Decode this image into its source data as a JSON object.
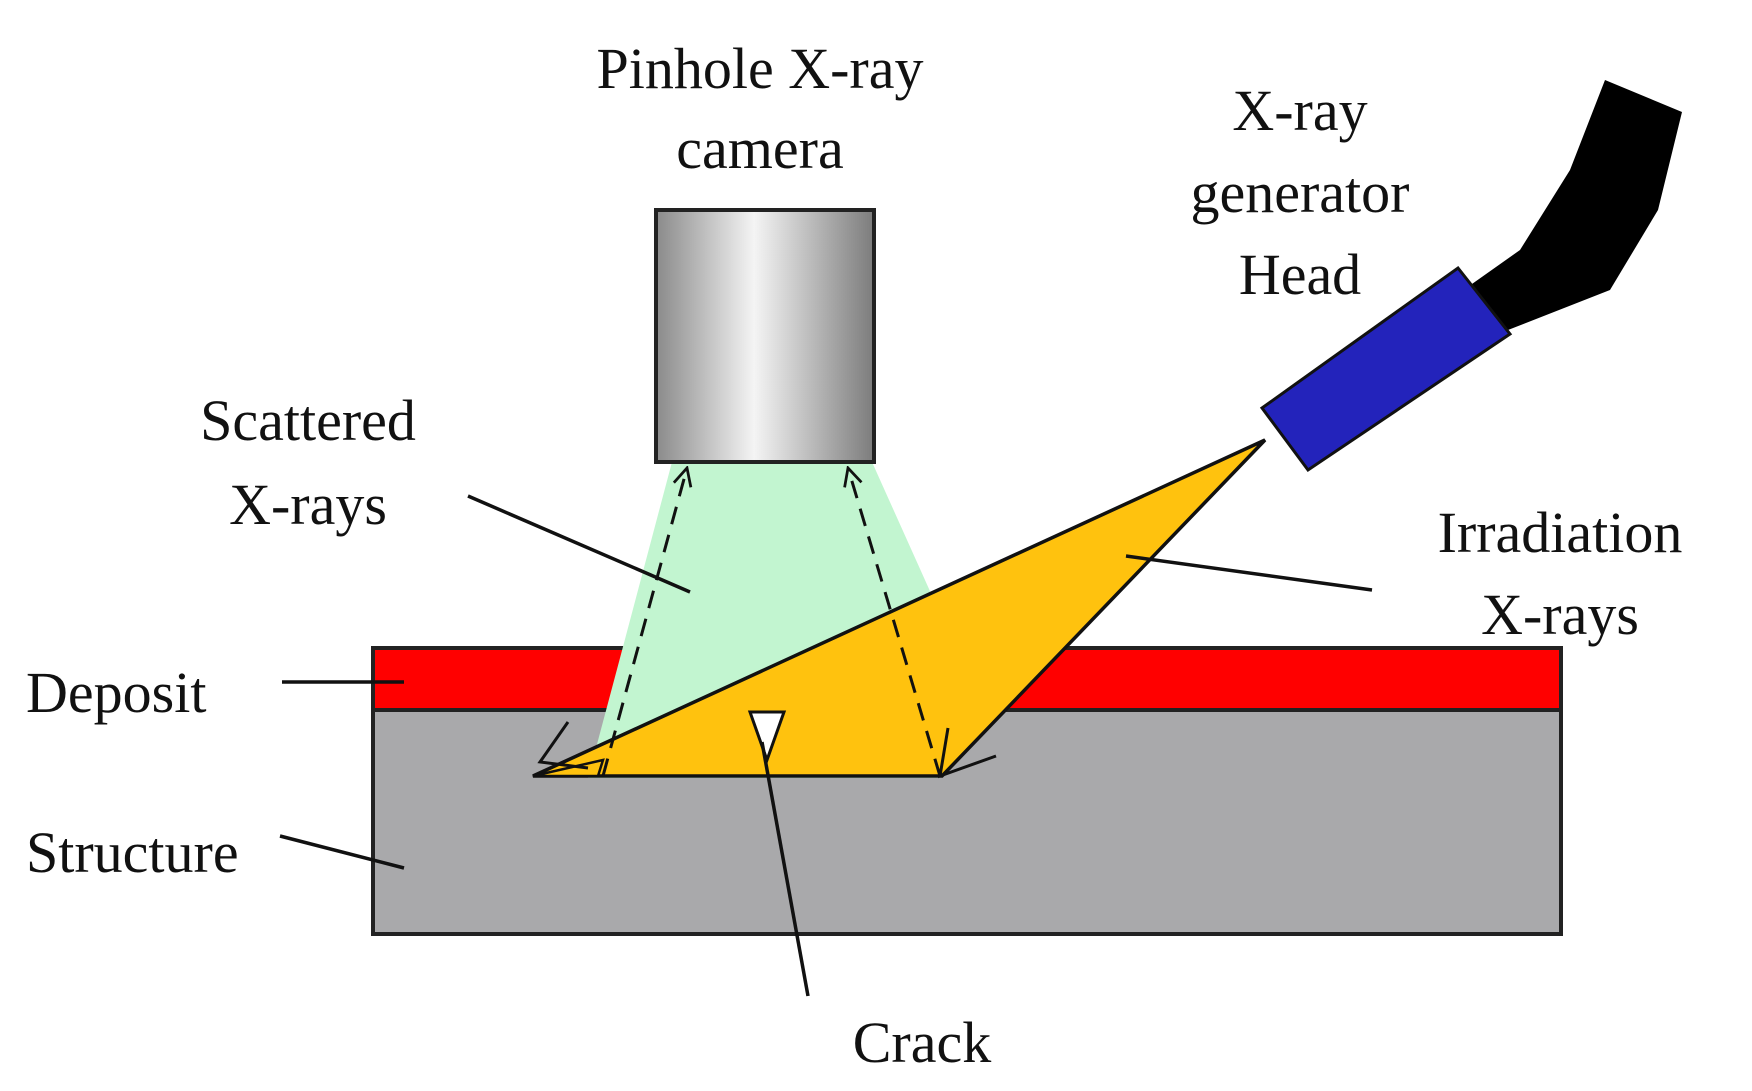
{
  "labels": {
    "camera": [
      "Pinhole X-ray",
      "camera"
    ],
    "generator": [
      "X-ray",
      "generator",
      "Head"
    ],
    "scattered": [
      "Scattered",
      "X-rays"
    ],
    "irradiation": [
      "Irradiation",
      "X-rays"
    ],
    "deposit": "Deposit",
    "structure": "Structure",
    "crack": "Crack"
  },
  "colors": {
    "structure": "#a9a9ab",
    "deposit": "#ff0000",
    "irradiation_beam": "#ffc20e",
    "scattered_beam": "#c2f5d0",
    "generator_tube": "#2323bb",
    "generator_cable": "#000000",
    "camera_body": "#c8c8c8"
  }
}
